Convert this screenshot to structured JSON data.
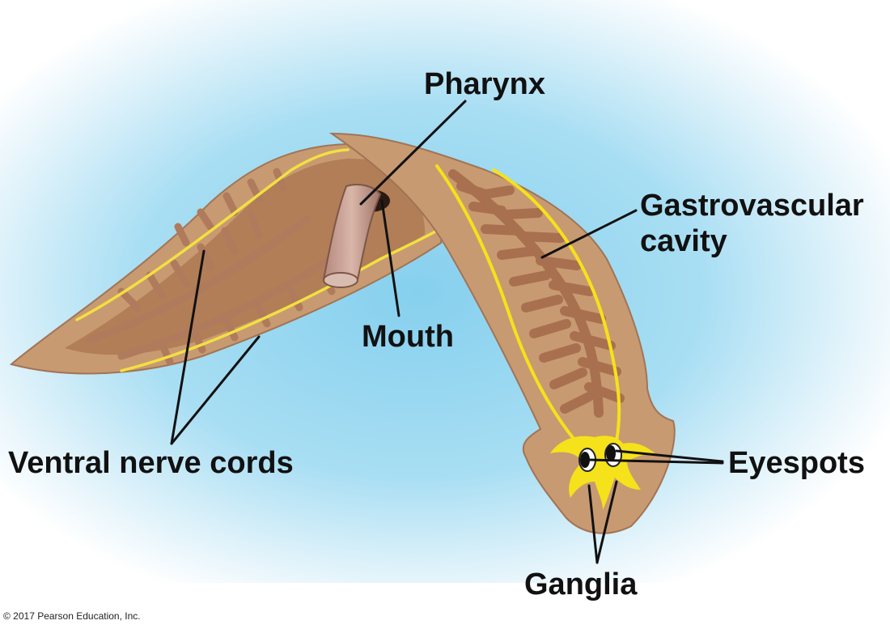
{
  "diagram": {
    "labels": {
      "pharynx": "Pharynx",
      "gastrovascular_line1": "Gastrovascular",
      "gastrovascular_line2": "cavity",
      "mouth": "Mouth",
      "ventral_nerve_cords": "Ventral nerve cords",
      "eyespots": "Eyespots",
      "ganglia": "Ganglia"
    },
    "copyright": "© 2017 Pearson Education, Inc."
  },
  "colors": {
    "background_glow": "#8fd3ef",
    "body": "#c89a72",
    "body_dark": "#a9744f",
    "gut": "#a86f52",
    "nerve": "#f5e21a",
    "leader_line": "#111111"
  }
}
